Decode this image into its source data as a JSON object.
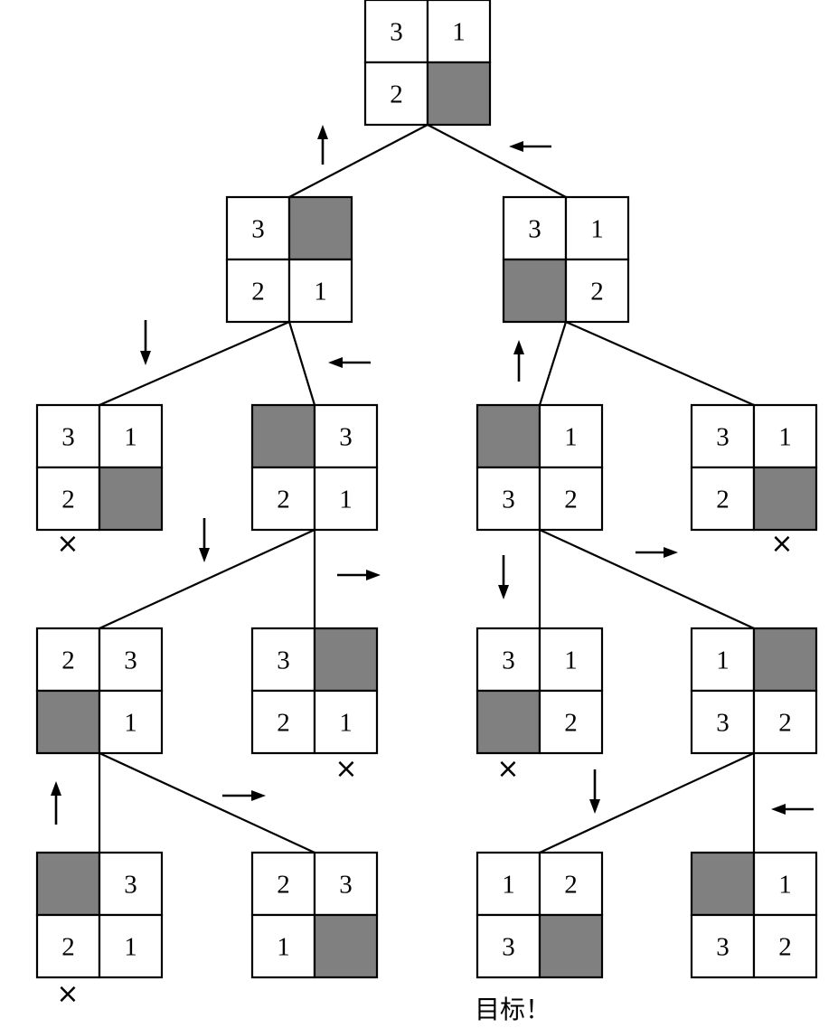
{
  "colors": {
    "blank": "#808080",
    "cell": "#ffffff",
    "line": "#000000"
  },
  "nodes": [
    {
      "id": "root",
      "cells": [
        "3",
        "1",
        "2",
        ""
      ]
    },
    {
      "id": "L1-left",
      "cells": [
        "3",
        "",
        "2",
        "1"
      ]
    },
    {
      "id": "L1-right",
      "cells": [
        "3",
        "1",
        "",
        "2"
      ]
    },
    {
      "id": "L2-a",
      "cells": [
        "3",
        "1",
        "2",
        ""
      ],
      "rejected": true
    },
    {
      "id": "L2-b",
      "cells": [
        "",
        "3",
        "2",
        "1"
      ]
    },
    {
      "id": "L2-c",
      "cells": [
        "",
        "1",
        "3",
        "2"
      ]
    },
    {
      "id": "L2-d",
      "cells": [
        "3",
        "1",
        "2",
        ""
      ],
      "rejected": true
    },
    {
      "id": "L3-a",
      "cells": [
        "2",
        "3",
        "",
        "1"
      ]
    },
    {
      "id": "L3-b",
      "cells": [
        "3",
        "",
        "2",
        "1"
      ],
      "rejected": true
    },
    {
      "id": "L3-c",
      "cells": [
        "3",
        "1",
        "",
        "2"
      ],
      "rejected": true
    },
    {
      "id": "L3-d",
      "cells": [
        "1",
        "",
        "3",
        "2"
      ]
    },
    {
      "id": "L4-a",
      "cells": [
        "",
        "3",
        "2",
        "1"
      ],
      "rejected": true
    },
    {
      "id": "L4-b",
      "cells": [
        "2",
        "3",
        "1",
        ""
      ]
    },
    {
      "id": "L4-c",
      "cells": [
        "1",
        "2",
        "3",
        ""
      ],
      "goal": true
    },
    {
      "id": "L4-d",
      "cells": [
        "",
        "1",
        "3",
        "2"
      ]
    }
  ],
  "edges": [
    {
      "from": "root",
      "to": "L1-left",
      "move": "up"
    },
    {
      "from": "root",
      "to": "L1-right",
      "move": "left"
    },
    {
      "from": "L1-left",
      "to": "L2-a",
      "move": "down"
    },
    {
      "from": "L1-left",
      "to": "L2-b",
      "move": "left"
    },
    {
      "from": "L1-right",
      "to": "L2-c",
      "move": "up"
    },
    {
      "from": "L1-right",
      "to": "L2-d",
      "move": ""
    },
    {
      "from": "L2-b",
      "to": "L3-a",
      "move": "down"
    },
    {
      "from": "L2-b",
      "to": "L3-b",
      "move": "right"
    },
    {
      "from": "L2-c",
      "to": "L3-c",
      "move": "down"
    },
    {
      "from": "L2-c",
      "to": "L3-d",
      "move": "right"
    },
    {
      "from": "L3-a",
      "to": "L4-a",
      "move": "up"
    },
    {
      "from": "L3-a",
      "to": "L4-b",
      "move": "right"
    },
    {
      "from": "L3-d",
      "to": "L4-c",
      "move": "down"
    },
    {
      "from": "L3-d",
      "to": "L4-d",
      "move": "left"
    }
  ],
  "labels": {
    "rejected_mark": "×",
    "goal_label": "目标！"
  }
}
